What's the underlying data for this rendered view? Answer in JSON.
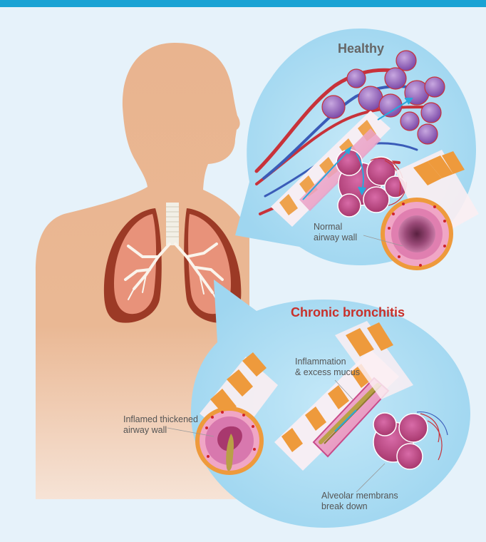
{
  "sections": {
    "healthy": {
      "title": "Healthy",
      "label_line1": "Normal",
      "label_line2": "airway wall"
    },
    "bronchitis": {
      "title": "Chronic bronchitis",
      "label_inflammation_line1": "Inflammation",
      "label_inflammation_line2": "& excess mucus",
      "label_wall_line1": "Inflamed thickened",
      "label_wall_line2": "airway wall",
      "label_alveolar_line1": "Alveolar membrans",
      "label_alveolar_line2": "break down"
    }
  },
  "colors": {
    "top_bar": "#1aa3d4",
    "background": "#e6f2fa",
    "skin": "#e9b48f",
    "circle_fill": "#a9dcf2",
    "healthy_title": "#666666",
    "bronchitis_title": "#c8302a",
    "lung": "#9c3a26",
    "alveoli": "#c0508c",
    "ring_orange": "#ee9a3c",
    "mucus": "#b9a046"
  }
}
